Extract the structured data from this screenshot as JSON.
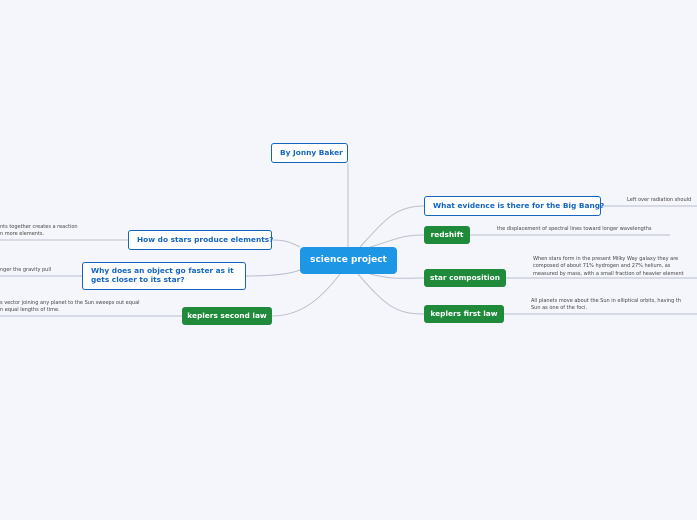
{
  "central": {
    "label": "science project"
  },
  "author": {
    "label": "By Jonny Baker"
  },
  "topics": {
    "big_bang": {
      "label": "What evidence is there for the Big Bang?",
      "note": "Left over radiation should"
    },
    "redshift": {
      "label": "redshift",
      "note": "the displacement of spectral lines toward longer wavelengths"
    },
    "star_composition": {
      "label": "star composition",
      "note_lines": [
        "When stars form in the present Milky Way galaxy they are",
        "composed of about 71% hydrogen and 27% helium, as",
        "measured by mass, with a small fraction of heavier element"
      ]
    },
    "keplers_first": {
      "label": "keplers first law",
      "note_lines": [
        "All planets move about the Sun in elliptical orbits, having th",
        "Sun as one of the foci."
      ]
    },
    "stars_elements": {
      "label": "How do stars produce elements?",
      "note_lines": [
        "nts together creates a reaction",
        "n more elements."
      ]
    },
    "object_faster": {
      "label": "Why does an object go faster as it gets closer to its star?",
      "note": "nger the gravity pull"
    },
    "keplers_second": {
      "label": "keplers second law",
      "note_lines": [
        "s vector joining any planet to the Sun sweeps out equal",
        "n equal lengths of time."
      ]
    }
  },
  "colors": {
    "background": "#f4f6fc",
    "central": "#1e96e6",
    "green_node": "#1e8a3a",
    "outline_node": "#1565c0",
    "connector": "#b9bfcc"
  }
}
